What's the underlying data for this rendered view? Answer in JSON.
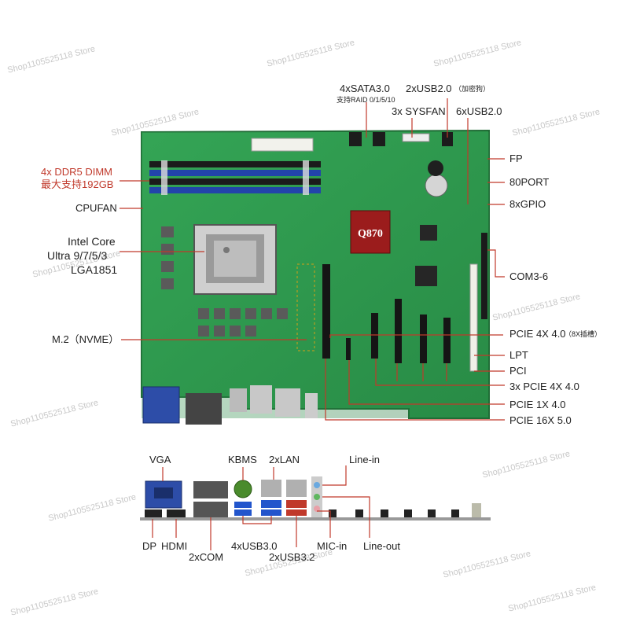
{
  "watermark": "Shop1105525118 Store",
  "chipset_label": "Q870",
  "labels": {
    "sata": "4xSATA3.0",
    "raid": "支持RAID 0/1/5/10",
    "usb2_top": "2xUSB2.0",
    "dongle": "（加密狗）",
    "sysfan": "3x SYSFAN",
    "usb2_six": "6xUSB2.0",
    "fp": "FP",
    "port80": "80PORT",
    "gpio": "8xGPIO",
    "com": "COM3-6",
    "pcie4x": "PCIE 4X 4.0",
    "pcie4x_note": "（8X插槽）",
    "lpt": "LPT",
    "pci": "PCI",
    "pcie4x3": "3x PCIE 4X 4.0",
    "pcie1x": "PCIE 1X 4.0",
    "pcie16x": "PCIE 16X 5.0",
    "ddr5_line1": "4x DDR5 DIMM",
    "ddr5_line2": "最大支持192GB",
    "cpufan": "CPUFAN",
    "cpu_line1": "Intel Core",
    "cpu_line2": "Ultra 9/7/5/3",
    "cpu_line3": "LGA1851",
    "m2": "M.2（NVME）",
    "vga": "VGA",
    "kbms": "KBMS",
    "lan": "2xLAN",
    "linein": "Line-in",
    "dp": "DP",
    "hdmi": "HDMI",
    "com2": "2xCOM",
    "usb30": "4xUSB3.0",
    "usb32": "2xUSB3.2",
    "micin": "MIC-in",
    "lineout": "Line-out"
  },
  "colors": {
    "pcb": "#2e9a4e",
    "pcb_dark": "#1f7a3a",
    "callout": "#c0392b",
    "dimm": "#2244aa",
    "chipset": "#9b1c1c"
  }
}
